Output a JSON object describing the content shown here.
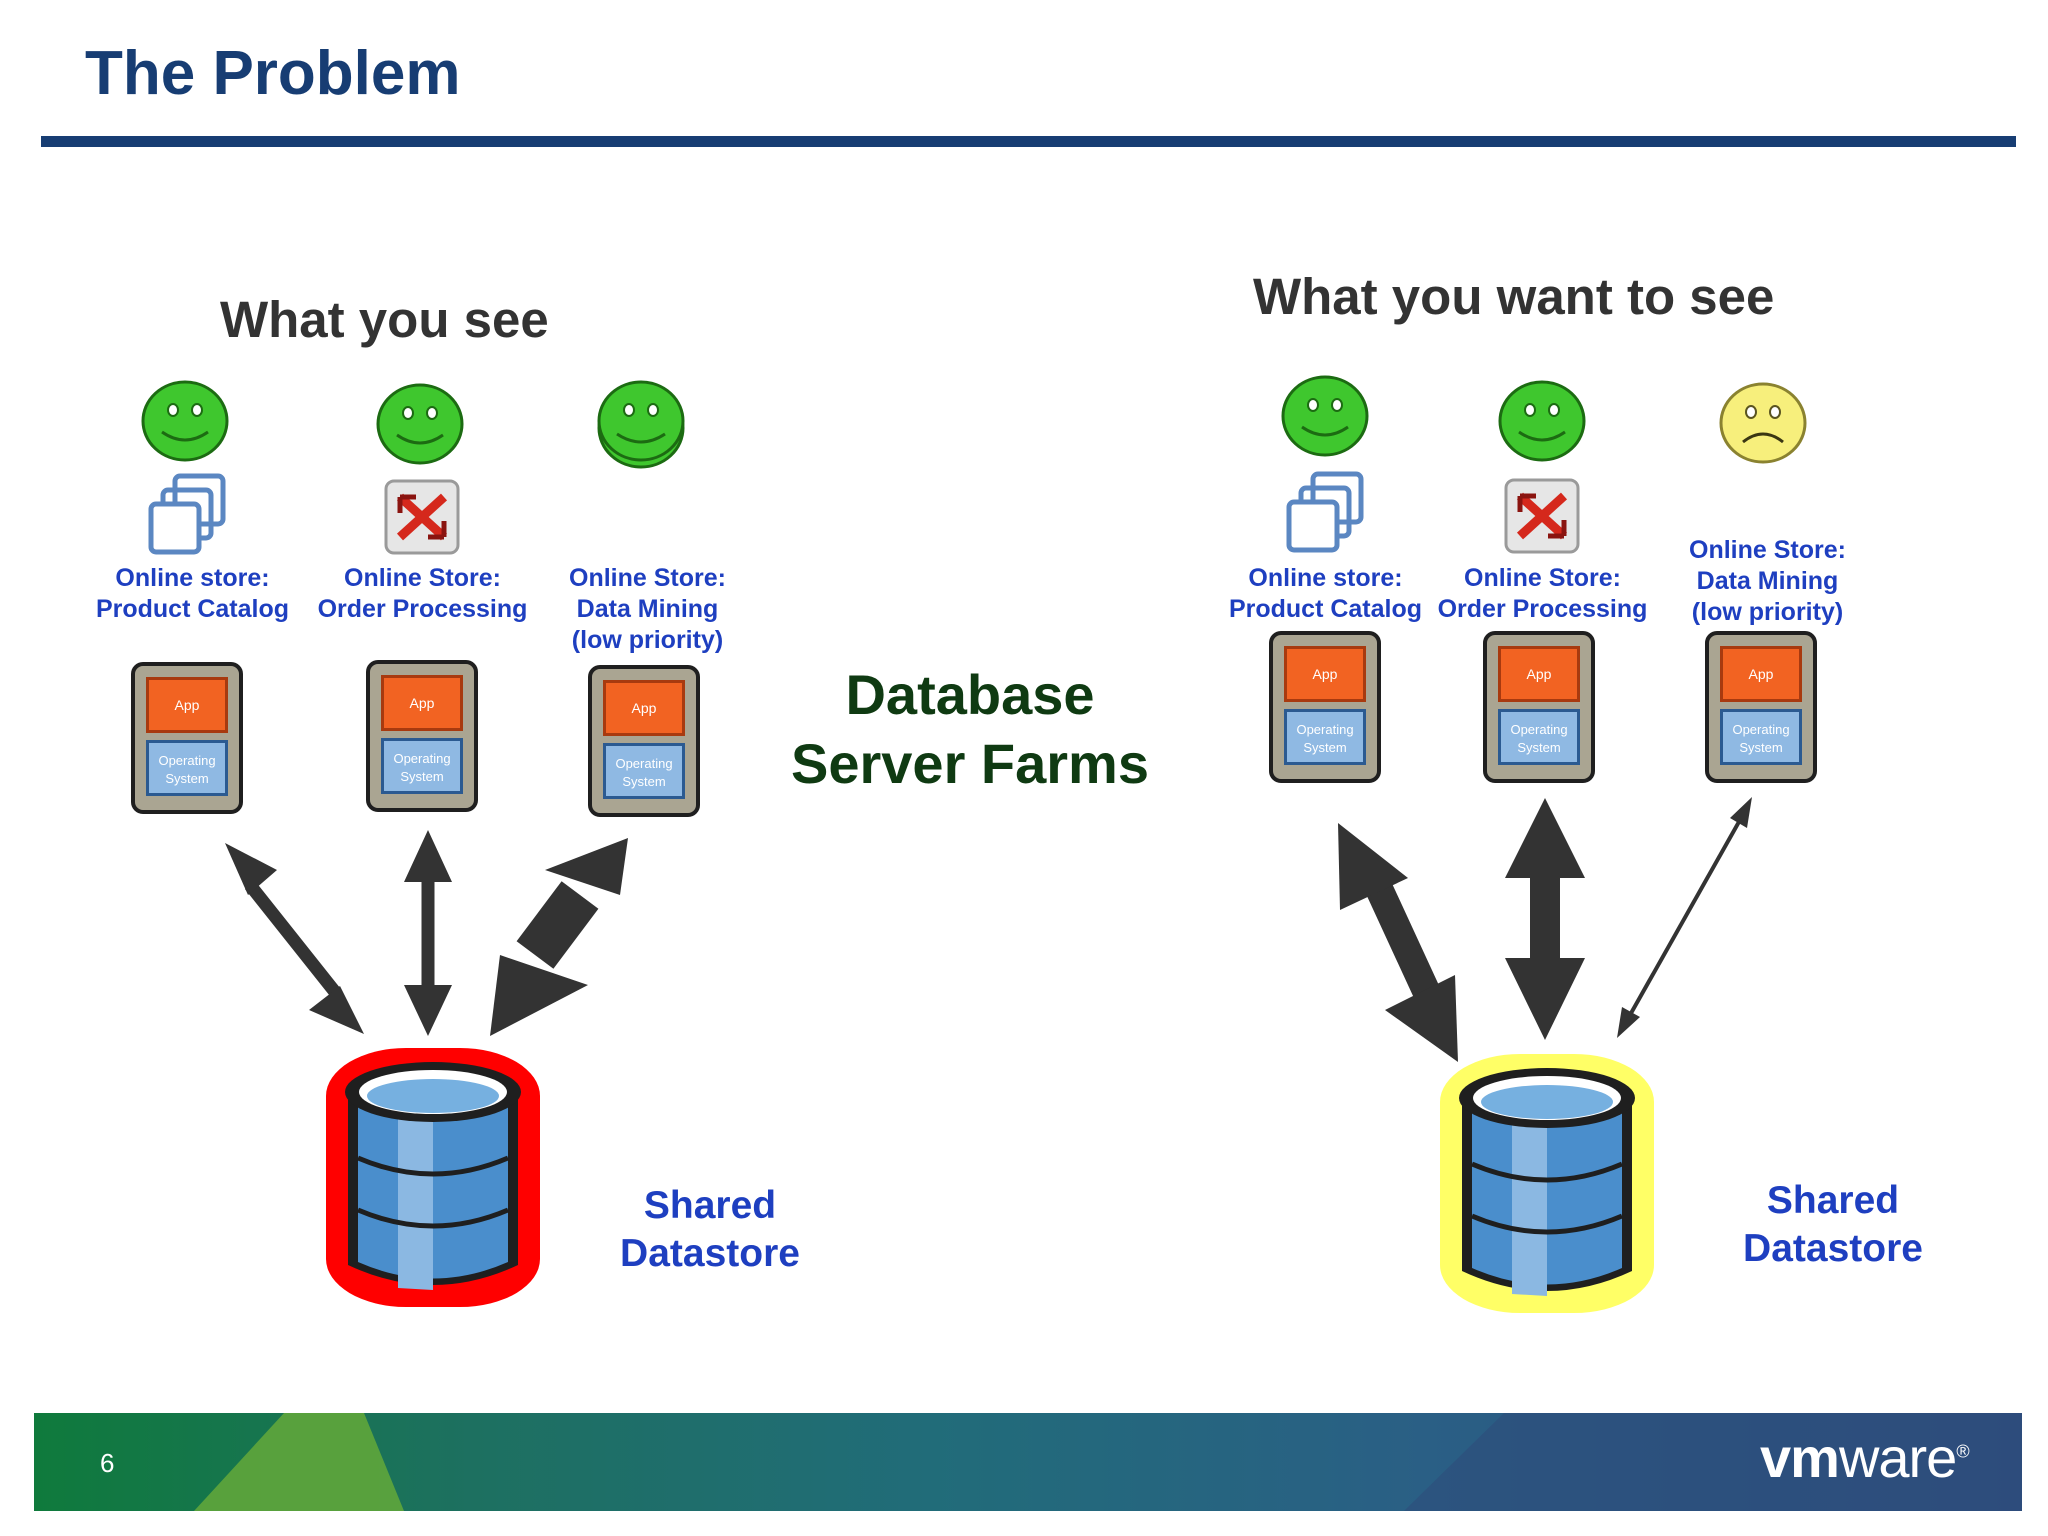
{
  "title": "The Problem",
  "left_panel": {
    "heading": "What you see",
    "vms": [
      {
        "mood": "happy",
        "mood_color": "#3fc72e",
        "icon": "vm-stack-icon",
        "label_lines": [
          "Online store:",
          "Product Catalog"
        ]
      },
      {
        "mood": "happy",
        "mood_color": "#3fc72e",
        "icon": "exchange-icon",
        "label_lines": [
          "Online Store:",
          "Order Processing"
        ]
      },
      {
        "mood": "happy",
        "mood_color": "#3fc72e",
        "icon": "none",
        "label_lines": [
          "Online Store:",
          "Data Mining",
          "(low priority)"
        ]
      }
    ],
    "datastore_ring_color": "#ff0000",
    "datastore_label_lines": [
      "Shared",
      "Datastore"
    ]
  },
  "center_label_lines": [
    "Database",
    "Server Farms"
  ],
  "right_panel": {
    "heading": "What you want to see",
    "vms": [
      {
        "mood": "happy",
        "mood_color": "#3fc72e",
        "icon": "vm-stack-icon",
        "label_lines": [
          "Online store:",
          "Product Catalog"
        ]
      },
      {
        "mood": "happy",
        "mood_color": "#3fc72e",
        "icon": "exchange-icon",
        "label_lines": [
          "Online Store:",
          "Order Processing"
        ]
      },
      {
        "mood": "sad",
        "mood_color": "#f7ef7c",
        "icon": "none",
        "label_lines": [
          "Online Store:",
          "Data Mining",
          "(low priority)"
        ]
      }
    ],
    "datastore_ring_color": "#ffff66",
    "datastore_label_lines": [
      "Shared",
      "Datastore"
    ]
  },
  "server_box": {
    "app_label": "App",
    "os_label_lines": [
      "Operating",
      "System"
    ]
  },
  "footer": {
    "page_number": "6",
    "logo_bold": "vm",
    "logo_light": "ware",
    "logo_mark": "®"
  }
}
